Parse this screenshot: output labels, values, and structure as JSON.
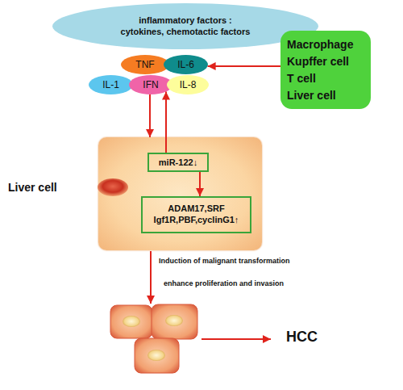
{
  "diagram": {
    "nodes": [
      {
        "text": [
          "inflammatory factors : cytokines, chemotactic factors"
        ]
      },
      {
        "text": [
          "TNF"
        ]
      },
      {
        "text": [
          "IL-6"
        ]
      },
      {
        "text": [
          "IL-1"
        ]
      },
      {
        "text": [
          "IFN"
        ]
      },
      {
        "text": [
          "IL-8"
        ]
      },
      {
        "text": [
          "Macrophage",
          "Kupffer cell",
          "T cell",
          "Liver cell"
        ]
      },
      {
        "text": [
          "Liver cell"
        ]
      },
      {
        "text": [
          "miR-122↓"
        ],
        "in": 7
      },
      {
        "text": [
          "ADAM17,SRF Igf1R,PBF,cyclinG1↑"
        ],
        "in": 7
      }
    ],
    "edges": [
      {
        "from": 6,
        "to": 2,
        "arrow": "to"
      },
      {
        "from": 4,
        "to": 7,
        "arrow": "to"
      },
      {
        "from": 8,
        "to": 4,
        "arrow": "to"
      },
      {
        "from": 8,
        "to": 9,
        "arrow": "to"
      }
    ],
    "labels": [
      "Induction of malignant transformation",
      "enhance proliferation and invasion",
      "HCC"
    ]
  }
}
